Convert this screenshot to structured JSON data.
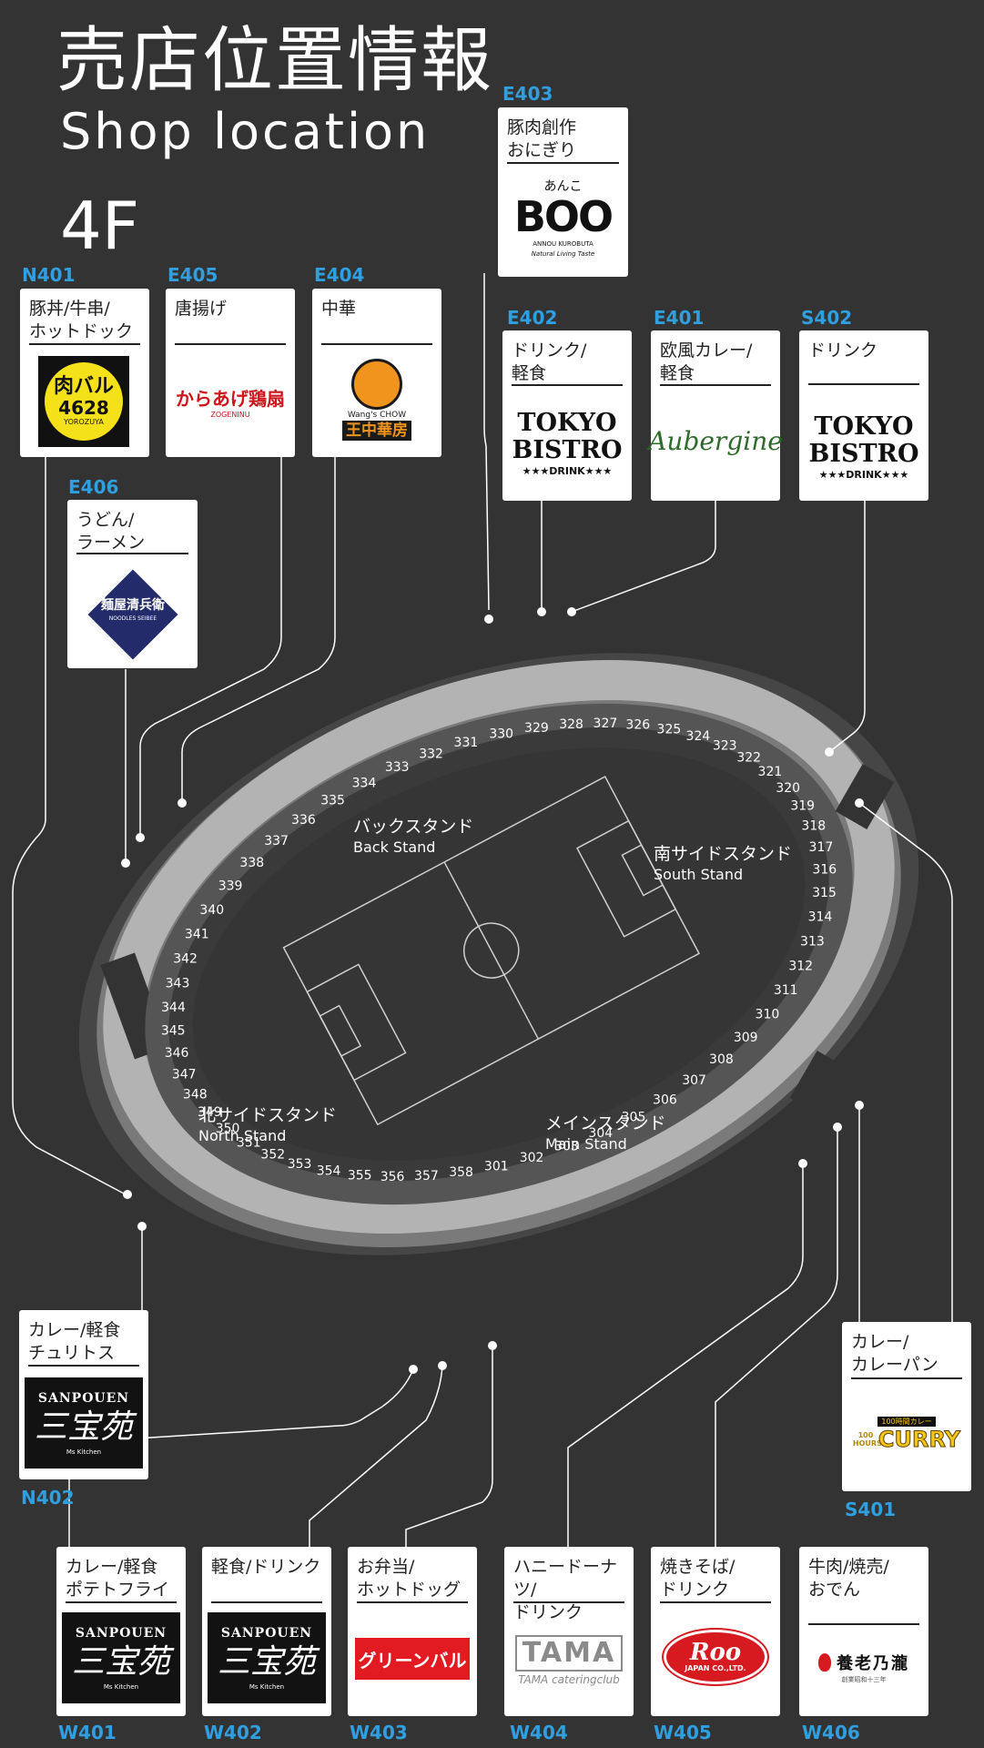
{
  "header": {
    "title_ja": "売店位置情報",
    "title_en": "Shop location",
    "floor": "4F"
  },
  "colors": {
    "background": "#333333",
    "concourse": "#b3b3b3",
    "shop_code": "#2f9fe0",
    "card": "#ffffff",
    "leader_line": "#ffffff"
  },
  "stands": {
    "back": {
      "ja": "バックスタンド",
      "en": "Back Stand"
    },
    "south": {
      "ja": "南サイドスタンド",
      "en": "South Stand"
    },
    "north": {
      "ja": "北サイドスタンド",
      "en": "North Stand"
    },
    "main": {
      "ja": "メインスタンド",
      "en": "Main Stand"
    }
  },
  "sections": [
    "301",
    "302",
    "303",
    "304",
    "305",
    "306",
    "307",
    "308",
    "309",
    "310",
    "311",
    "312",
    "313",
    "314",
    "315",
    "316",
    "317",
    "318",
    "319",
    "320",
    "321",
    "322",
    "323",
    "324",
    "325",
    "326",
    "327",
    "328",
    "329",
    "330",
    "331",
    "332",
    "333",
    "334",
    "335",
    "336",
    "337",
    "338",
    "339",
    "340",
    "341",
    "342",
    "343",
    "344",
    "345",
    "346",
    "347",
    "348",
    "349",
    "350",
    "351",
    "352",
    "353",
    "354",
    "355",
    "356",
    "357",
    "358"
  ],
  "shops": [
    {
      "code": "N401",
      "category": "豚丼/牛串/\nホットドック",
      "logo": {
        "type": "nikubar",
        "icon": "meat-bar-logo",
        "lines": [
          "肉バル",
          "4628",
          "YOROZUYA"
        ]
      }
    },
    {
      "code": "E405",
      "category": "唐揚げ",
      "logo": {
        "type": "karaage",
        "icon": "karaage-logo",
        "lines": [
          "からあげ鶏扇",
          "ZOGENINU"
        ]
      }
    },
    {
      "code": "E404",
      "category": "中華",
      "logo": {
        "type": "chow",
        "icon": "chef-logo",
        "lines": [
          "Wang's CHOW",
          "王中華房"
        ]
      }
    },
    {
      "code": "E403",
      "category": "豚肉創作\nおにぎり",
      "logo": {
        "type": "boo",
        "icon": "boo-logo",
        "lines": [
          "あんこ",
          "BOO",
          "ANNOU KUROBUTA",
          "Natural Living Taste"
        ]
      }
    },
    {
      "code": "E406",
      "category": "うどん/\nラーメン",
      "logo": {
        "type": "noodle",
        "icon": "noodle-bowl-logo",
        "lines": [
          "麺屋清兵衛",
          "NOODLES SEIBEE"
        ]
      }
    },
    {
      "code": "E402",
      "category": "ドリンク/\n軽食",
      "logo": {
        "type": "tokyo",
        "icon": "tokyo-bistro-logo",
        "lines": [
          "TOKYO",
          "BISTRO",
          "★★★DRINK★★★"
        ]
      }
    },
    {
      "code": "E401",
      "category": "欧風カレー/\n軽食",
      "logo": {
        "type": "aubergine",
        "icon": "aubergine-logo",
        "lines": [
          "Aubergine"
        ]
      }
    },
    {
      "code": "S402",
      "category": "ドリンク",
      "logo": {
        "type": "tokyo",
        "icon": "tokyo-bistro-logo",
        "lines": [
          "TOKYO",
          "BISTRO",
          "★★★DRINK★★★"
        ]
      }
    },
    {
      "code": "N402",
      "category": "カレー/軽食\nチュリトス",
      "logo": {
        "type": "sanpouen",
        "icon": "sanpouen-logo",
        "lines": [
          "SANPOUEN",
          "三宝苑",
          "Ms Kitchen"
        ]
      }
    },
    {
      "code": "S401",
      "category": "カレー/\nカレーパン",
      "logo": {
        "type": "curry",
        "icon": "curry-logo",
        "lines": [
          "100時間カレー",
          "100 HOURS",
          "CURRY"
        ]
      }
    },
    {
      "code": "W401",
      "category": "カレー/軽食\nポテトフライ",
      "logo": {
        "type": "sanpouen",
        "icon": "sanpouen-logo",
        "lines": [
          "SANPOUEN",
          "三宝苑",
          "Ms Kitchen"
        ]
      }
    },
    {
      "code": "W402",
      "category": "軽食/ドリンク",
      "logo": {
        "type": "sanpouen",
        "icon": "sanpouen-logo",
        "lines": [
          "SANPOUEN",
          "三宝苑",
          "Ms Kitchen"
        ]
      }
    },
    {
      "code": "W403",
      "category": "お弁当/\nホットドッグ",
      "logo": {
        "type": "green",
        "icon": "green-bar-logo",
        "lines": [
          "グリーンバル"
        ]
      }
    },
    {
      "code": "W404",
      "category": "ハニードーナツ/\nドリンク",
      "logo": {
        "type": "tama",
        "icon": "tama-truck-logo",
        "lines": [
          "TAMA",
          "TAMA cateringclub"
        ]
      }
    },
    {
      "code": "W405",
      "category": "焼きそば/\nドリンク",
      "logo": {
        "type": "roo",
        "icon": "roo-logo",
        "lines": [
          "Roo",
          "JAPAN CO.,LTD."
        ]
      }
    },
    {
      "code": "W406",
      "category": "牛肉/焼売/\nおでん",
      "logo": {
        "type": "yoro",
        "icon": "yoronotaki-logo",
        "lines": [
          "養老乃瀧",
          "創業昭和十三年"
        ]
      }
    }
  ]
}
